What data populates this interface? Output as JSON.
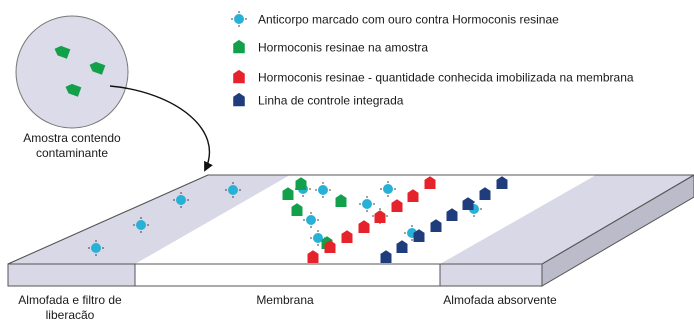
{
  "legend": [
    {
      "label": "Anticorpo marcado com ouro contra Hormoconis resinae",
      "icon": "gold-labeled-antibody-icon",
      "color": "#27b1d6"
    },
    {
      "label": "Hormoconis resinae na amostra",
      "icon": "green-pentagon-icon",
      "color": "#13a04a"
    },
    {
      "label": "Hormoconis resinae - quantidade conhecida imobilizada na membrana",
      "icon": "red-pentagon-icon",
      "color": "#e6232b"
    },
    {
      "label": "Linha de controle integrada",
      "icon": "navy-pentagon-icon",
      "color": "#1f3c7c"
    }
  ],
  "sample": {
    "label_line1": "Amostra contendo",
    "label_line2": "contaminante"
  },
  "regions": {
    "pad_line1": "Almofada e filtro de",
    "pad_line2": "liberacão",
    "membrane": "Membrana",
    "absorbent": "Almofada absorvente"
  },
  "colors": {
    "antibody": "#27b1d6",
    "sample_target": "#13a04a",
    "immobilized": "#e6232b",
    "control": "#1f3c7c",
    "pad_fill": "#d9d8e6",
    "strip_outline": "#555555"
  }
}
